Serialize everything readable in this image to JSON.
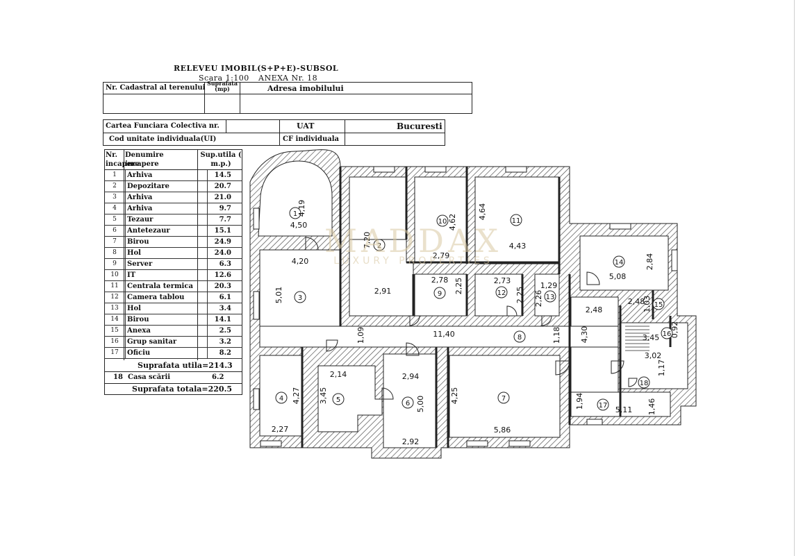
{
  "header": {
    "title": "RELEVEU IMOBIL(S+P+E)-SUBSOL",
    "scale": "Scara 1:100",
    "annex": "ANEXA Nr. 18"
  },
  "cadastral_table": {
    "col1": "Nr. Cadastral al terenului",
    "col2": "Suprafata (mp)",
    "col3": "Adresa imobilului"
  },
  "info_table": {
    "carte_funciara": "Cartea Funciara Colectiva nr.",
    "uat_label": "UAT",
    "uat_value": "Bucuresti",
    "cod_ui": "Cod unitate individuala(UI)",
    "cf_individuala": "CF individuala"
  },
  "rooms_table": {
    "header_nr": "Nr. incapere",
    "header_name": "Denumire incapere",
    "header_area": "Sup.utila ( m.p.)",
    "rows": [
      {
        "nr": "1",
        "name": "Arhiva",
        "area": "14.5"
      },
      {
        "nr": "2",
        "name": "Depozitare",
        "area": "20.7"
      },
      {
        "nr": "3",
        "name": "Arhiva",
        "area": "21.0"
      },
      {
        "nr": "4",
        "name": "Arhiva",
        "area": "9.7"
      },
      {
        "nr": "5",
        "name": "Tezaur",
        "area": "7.7"
      },
      {
        "nr": "6",
        "name": "Antetezaur",
        "area": "15.1"
      },
      {
        "nr": "7",
        "name": "Birou",
        "area": "24.9"
      },
      {
        "nr": "8",
        "name": "Hol",
        "area": "24.0"
      },
      {
        "nr": "9",
        "name": "Server",
        "area": "6.3"
      },
      {
        "nr": "10",
        "name": "IT",
        "area": "12.6"
      },
      {
        "nr": "11",
        "name": "Centrala termica",
        "area": "20.3"
      },
      {
        "nr": "12",
        "name": "Camera tablou",
        "area": "6.1"
      },
      {
        "nr": "13",
        "name": "Hol",
        "area": "3.4"
      },
      {
        "nr": "14",
        "name": "Birou",
        "area": "14.1"
      },
      {
        "nr": "15",
        "name": "Anexa",
        "area": "2.5"
      },
      {
        "nr": "16",
        "name": "Grup sanitar",
        "area": "3.2"
      },
      {
        "nr": "17",
        "name": "Oficiu",
        "area": "8.2"
      }
    ],
    "subtotal": "Suprafata utila=214.3",
    "stair_row": {
      "nr": "18",
      "name": "Casa scării",
      "area": "6.2"
    },
    "total": "Suprafata totala=220.5"
  },
  "plan": {
    "room_numbers": [
      "1",
      "2",
      "3",
      "4",
      "5",
      "6",
      "7",
      "8",
      "9",
      "10",
      "11",
      "12",
      "13",
      "14",
      "15",
      "16",
      "17",
      "18"
    ],
    "dimensions": [
      "4,19",
      "4,50",
      "7,20",
      "4,62",
      "2,79",
      "4,64",
      "4,43",
      "4,20",
      "5,01",
      "2,91",
      "2,78",
      "2,25",
      "2,73",
      "2,25",
      "1,29",
      "2,26",
      "2,84",
      "5,08",
      "2,48",
      "2,48",
      "1,03",
      "1,09",
      "11,40",
      "1,18",
      "4,30",
      "3,45",
      "0,92",
      "2,14",
      "2,94",
      "3,02",
      "4,27",
      "3,45",
      "5,00",
      "4,25",
      "1,94",
      "5,11",
      "1,46",
      "2,27",
      "2,92",
      "5,86",
      "1,17"
    ]
  },
  "watermark": {
    "big": "MADDAX",
    "small": "LUXURY PROPERTIES"
  }
}
